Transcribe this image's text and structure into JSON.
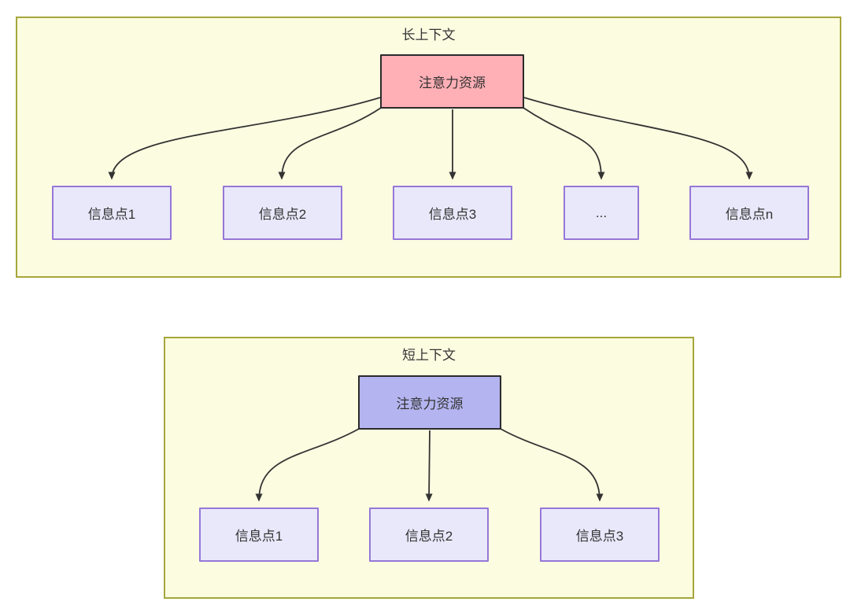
{
  "colors": {
    "panel_background": "#fcfce1",
    "panel_border": "#a6a63c",
    "attention_long_fill": "#ffafb6",
    "attention_short_fill": "#b4b4f0",
    "attention_border": "#2b2b2b",
    "info_fill": "#e9e8fb",
    "info_border": "#9677d8",
    "arrow_color": "#333333",
    "text_color": "#333333"
  },
  "long_context": {
    "title": "长上下文",
    "attention_label": "注意力资源",
    "nodes": [
      {
        "label": "信息点1"
      },
      {
        "label": "信息点2"
      },
      {
        "label": "信息点3"
      },
      {
        "label": "..."
      },
      {
        "label": "信息点n"
      }
    ]
  },
  "short_context": {
    "title": "短上下文",
    "attention_label": "注意力资源",
    "nodes": [
      {
        "label": "信息点1"
      },
      {
        "label": "信息点2"
      },
      {
        "label": "信息点3"
      }
    ]
  }
}
